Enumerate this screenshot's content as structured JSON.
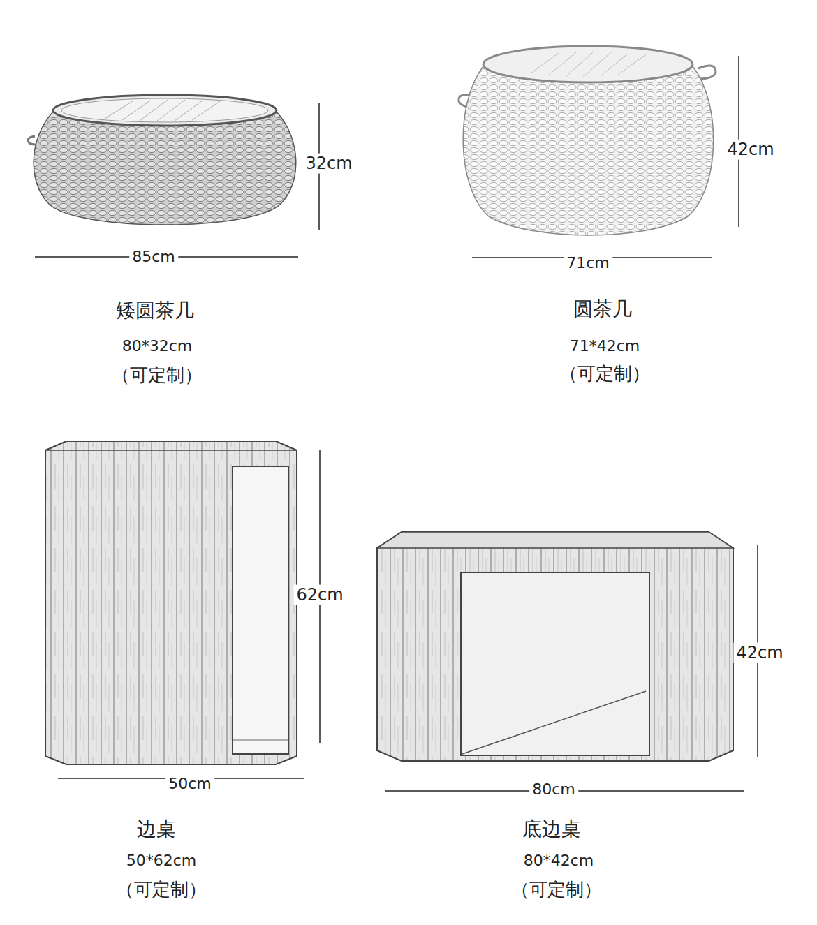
{
  "diagram": {
    "labels": [
      "32cm",
      "85cm",
      "42cm",
      "71cm",
      "矮圆茶几",
      "80*32cm",
      "（可定制）",
      "圆茶几",
      "71*42cm",
      "（可定制）",
      "62cm",
      "42cm",
      "50cm",
      "80cm",
      "边桌",
      "50*62cm",
      "（可定制）",
      "底边桌",
      "80*42cm",
      "（可定制）"
    ]
  }
}
